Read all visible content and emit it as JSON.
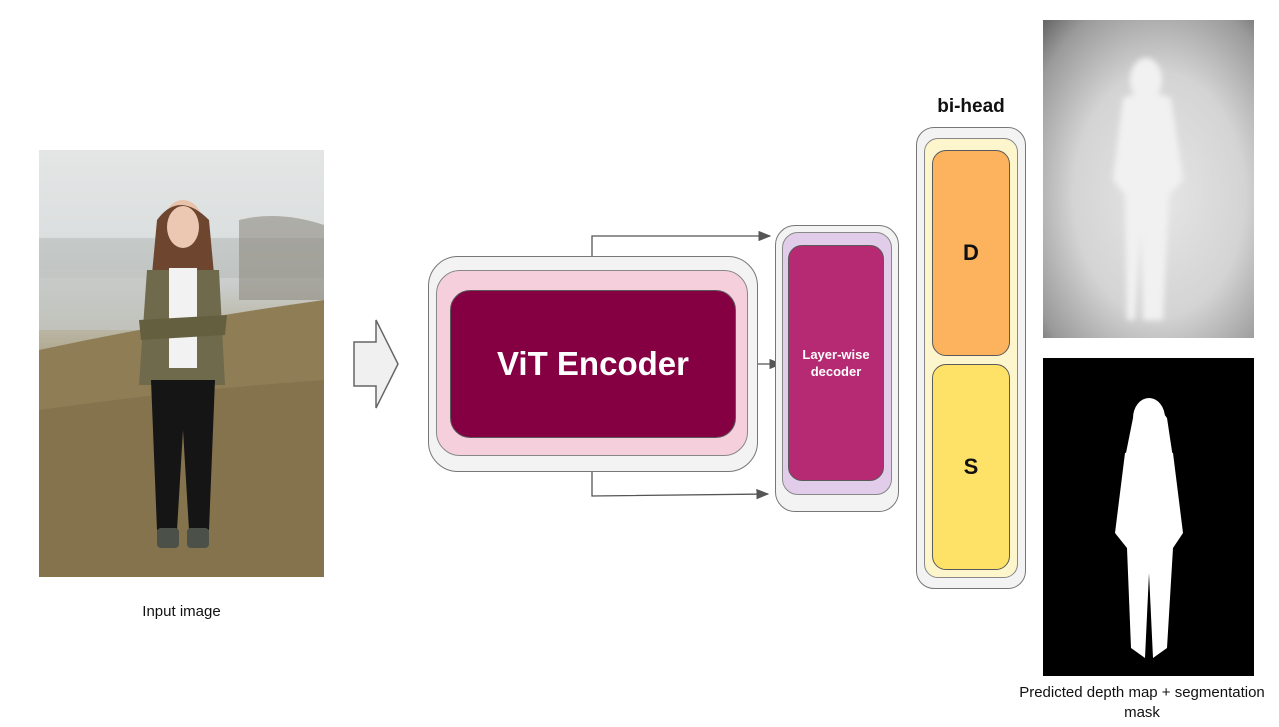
{
  "input": {
    "caption": "Input image"
  },
  "encoder": {
    "label": "ViT Encoder"
  },
  "decoder": {
    "label_line1": "Layer-wise",
    "label_line2": "decoder"
  },
  "bihead": {
    "title": "bi-head",
    "depth_label": "D",
    "seg_label": "S"
  },
  "output": {
    "caption": "Predicted depth map + segmentation mask"
  },
  "colors": {
    "encoder_core": "#850043",
    "encoder_ring": "#f5cfdc",
    "decoder_core": "#b52a73",
    "decoder_ring": "#e1cdea",
    "depth_head": "#fdb25e",
    "seg_head": "#fee267",
    "head_ring": "#fdf6cc",
    "outer_shell": "#f3f3f3"
  }
}
